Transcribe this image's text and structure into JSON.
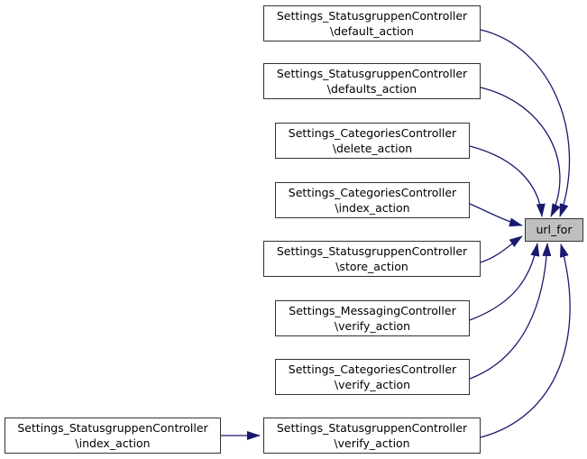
{
  "diagram": {
    "background": "#ffffff",
    "edge_color": "#191970",
    "node_border_color": "#323232",
    "node_fill": "#ffffff",
    "text_color": "#000000"
  },
  "nodes": {
    "target": {
      "label": "url_for",
      "fill": "#bfbfbf"
    },
    "origin": {
      "line1": "Settings_StatusgruppenController",
      "line2": "\\index_action"
    },
    "callers": [
      {
        "line1": "Settings_StatusgruppenController",
        "line2": "\\default_action"
      },
      {
        "line1": "Settings_StatusgruppenController",
        "line2": "\\defaults_action"
      },
      {
        "line1": "Settings_CategoriesController",
        "line2": "\\delete_action"
      },
      {
        "line1": "Settings_CategoriesController",
        "line2": "\\index_action"
      },
      {
        "line1": "Settings_StatusgruppenController",
        "line2": "\\store_action"
      },
      {
        "line1": "Settings_MessagingController",
        "line2": "\\verify_action"
      },
      {
        "line1": "Settings_CategoriesController",
        "line2": "\\verify_action"
      },
      {
        "line1": "Settings_StatusgruppenController",
        "line2": "\\verify_action"
      }
    ]
  }
}
